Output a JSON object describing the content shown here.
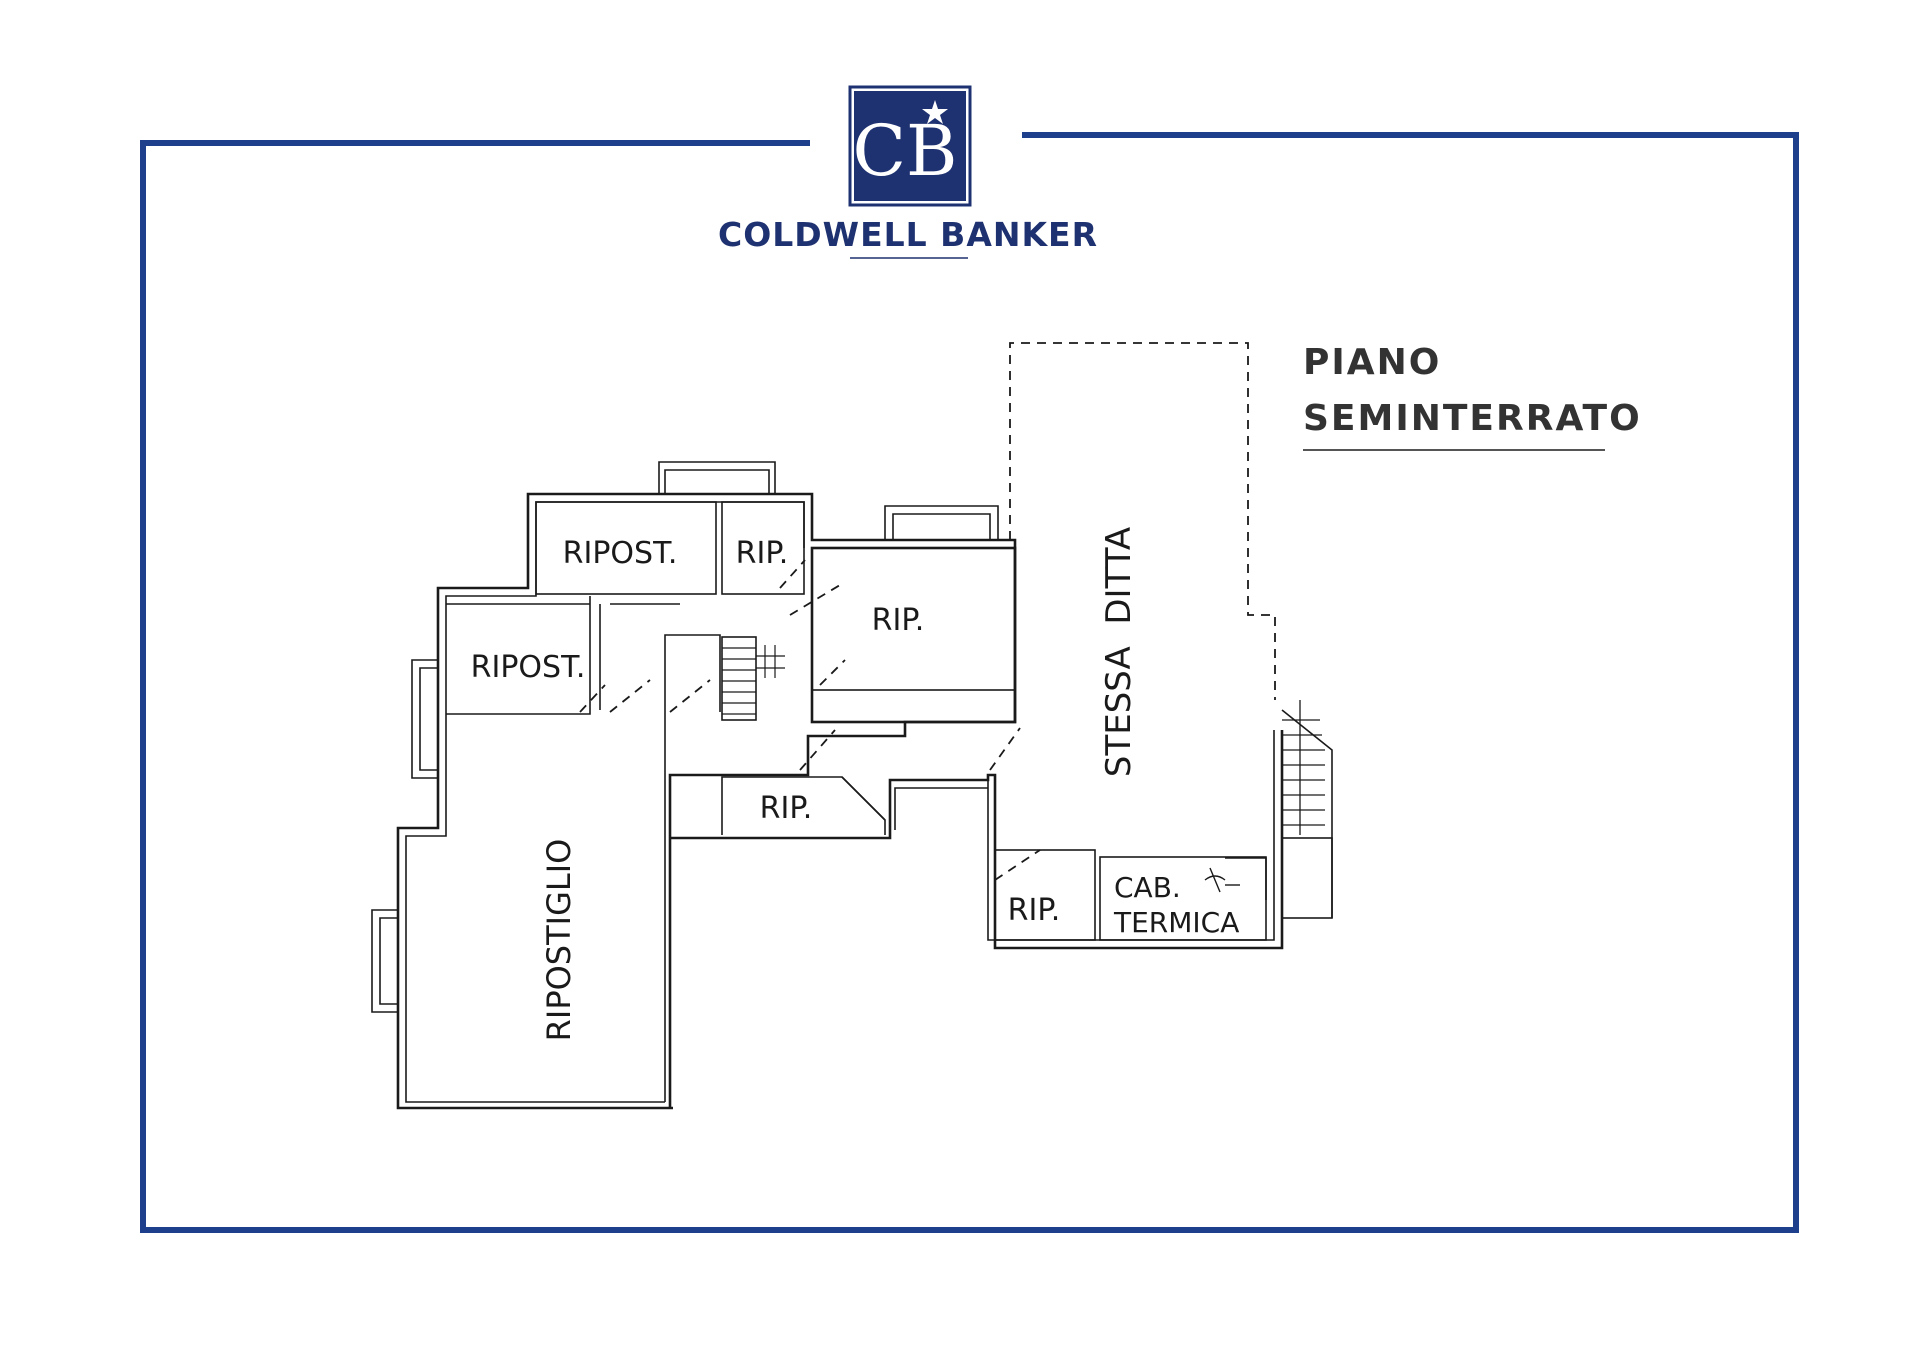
{
  "brand": {
    "name": "COLDWELL BANKER",
    "logo_letters": "CB",
    "color": "#1e3170"
  },
  "floor": {
    "title_line1": "PIANO",
    "title_line2": "SEMINTERRATO"
  },
  "rooms": {
    "ripost_top": "RIPOST.",
    "rip_top": "RIP.",
    "rip_mid": "RIP.",
    "ripost_left": "RIPOST.",
    "ripostiglio": "RIPOSTIGLIO",
    "rip_small": "RIP.",
    "stessa_ditta": "STESSA  DITTA",
    "rip_bottom": "RIP.",
    "cab_line1": "CAB.",
    "cab_line2": "TERMICA"
  },
  "colors": {
    "frame": "#1e3f8c",
    "walls": "#1a1a1a"
  }
}
